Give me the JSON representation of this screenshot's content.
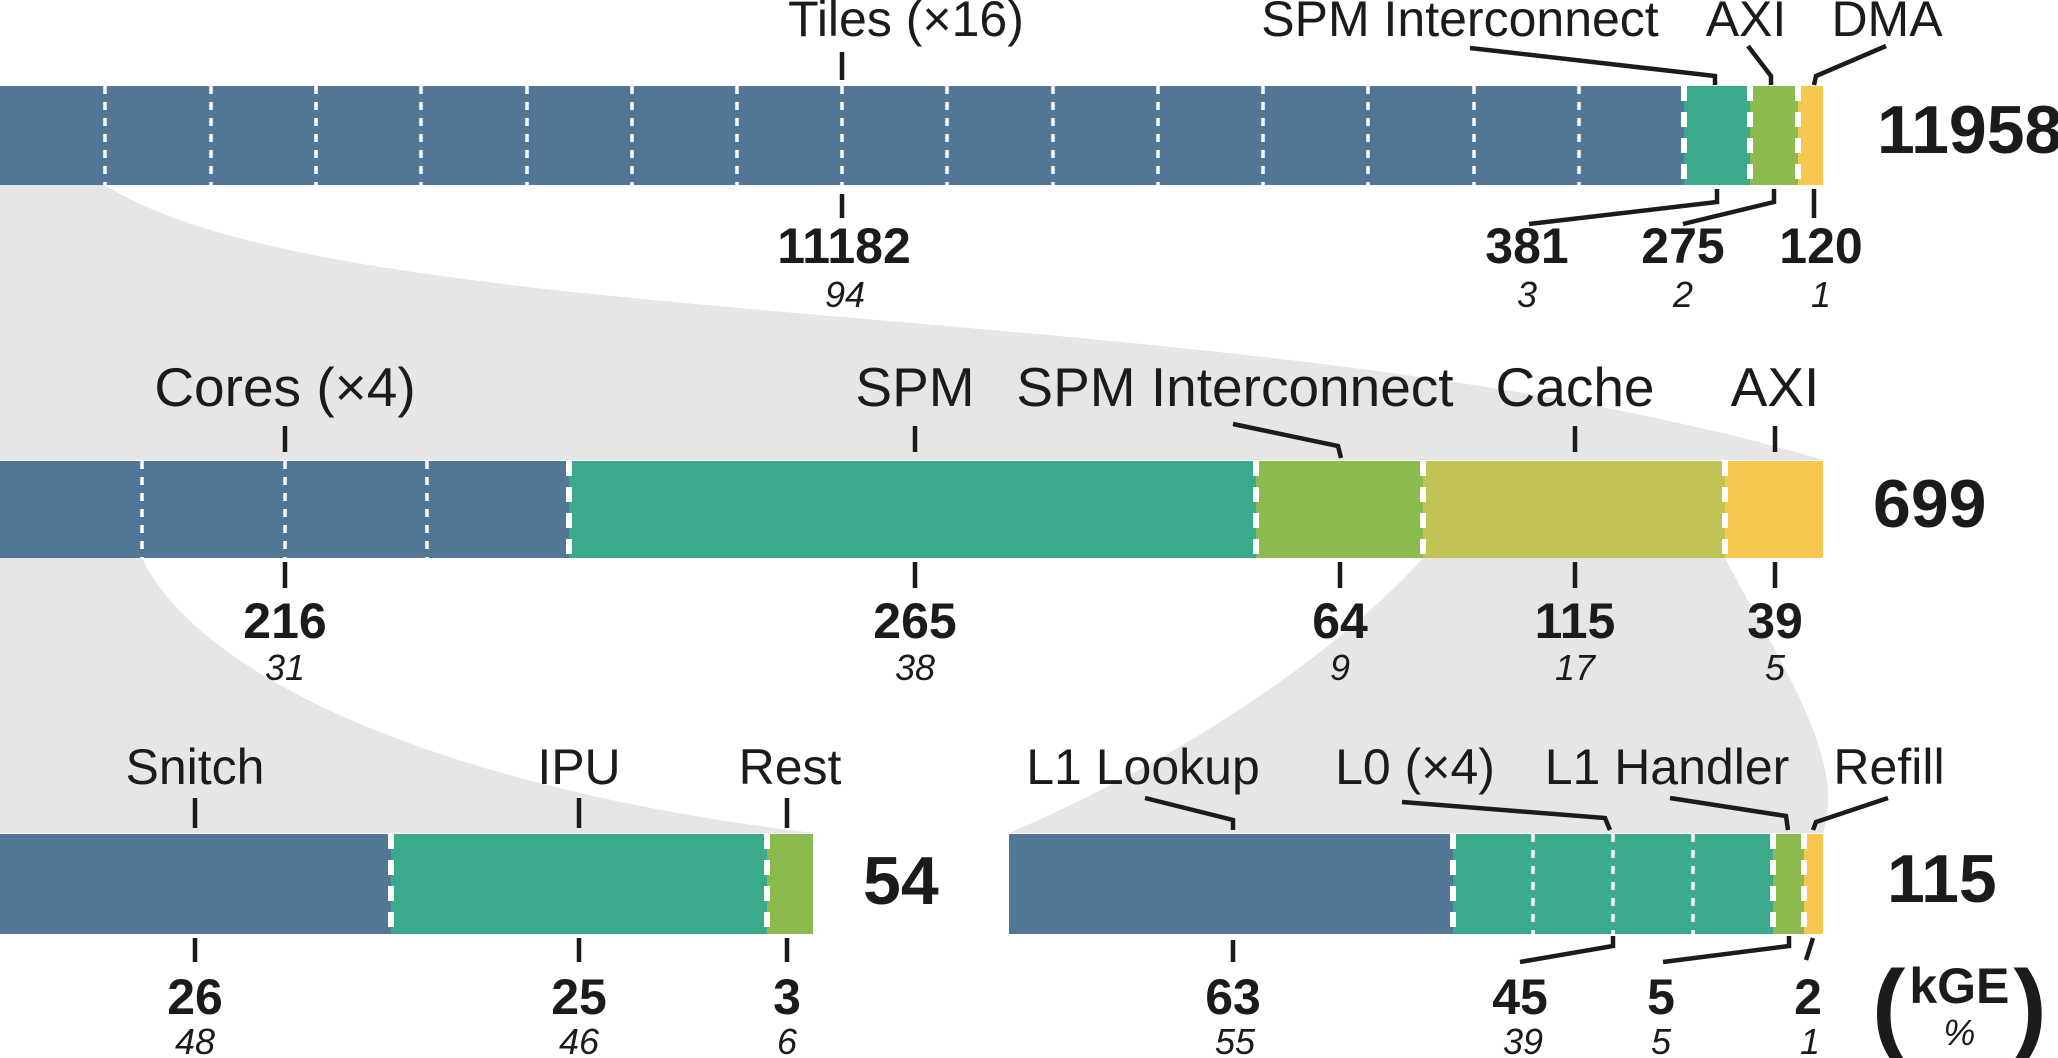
{
  "colors": {
    "blue": "#527696",
    "teal": "#3BAA8C",
    "olive": "#8BBB4F",
    "cache_olive": "#C2C355",
    "yellow": "#F8C74D",
    "flow_gray": "#E6E6E7",
    "text": "#1B1B1B",
    "separator": "#FFFFFF"
  },
  "legend": {
    "open_paren": "(",
    "unit_label": "kGE",
    "pct_label": "%",
    "close_paren": ")"
  },
  "chart_data": {
    "type": "bar",
    "subtype": "hierarchical-breakdown-flow",
    "unit": "kGE",
    "note": "Area breakdown in kGE; bold = kGE value, italic = percent of its bar",
    "levels": [
      {
        "name": "total",
        "total": 11958,
        "segments": [
          {
            "label": "Tiles (×16)",
            "value": 11182,
            "pct": 94,
            "color": "#527696",
            "repeat": 16
          },
          {
            "label": "SPM Interconnect",
            "value": 381,
            "pct": 3,
            "color": "#3BAA8C"
          },
          {
            "label": "AXI",
            "value": 275,
            "pct": 2,
            "color": "#8BBB4F"
          },
          {
            "label": "DMA",
            "value": 120,
            "pct": 1,
            "color": "#F8C74D"
          }
        ]
      },
      {
        "name": "tile",
        "total": 699,
        "segments": [
          {
            "label": "Cores (×4)",
            "value": 216,
            "pct": 31,
            "color": "#527696",
            "repeat": 4
          },
          {
            "label": "SPM",
            "value": 265,
            "pct": 38,
            "color": "#3BAA8C"
          },
          {
            "label": "SPM Interconnect",
            "value": 64,
            "pct": 9,
            "color": "#8BBB4F"
          },
          {
            "label": "Cache",
            "value": 115,
            "pct": 17,
            "color": "#C2C355"
          },
          {
            "label": "AXI",
            "value": 39,
            "pct": 5,
            "color": "#F8C74D"
          }
        ]
      },
      {
        "name": "core",
        "total": 54,
        "segments": [
          {
            "label": "Snitch",
            "value": 26,
            "pct": 48,
            "color": "#527696"
          },
          {
            "label": "IPU",
            "value": 25,
            "pct": 46,
            "color": "#3BAA8C"
          },
          {
            "label": "Rest",
            "value": 3,
            "pct": 6,
            "color": "#8BBB4F"
          }
        ]
      },
      {
        "name": "cache",
        "total": 115,
        "segments": [
          {
            "label": "L1 Lookup",
            "value": 63,
            "pct": 55,
            "color": "#527696"
          },
          {
            "label": "L0 (×4)",
            "value": 45,
            "pct": 39,
            "color": "#3BAA8C",
            "repeat": 4
          },
          {
            "label": "L1 Handler",
            "value": 5,
            "pct": 5,
            "color": "#8BBB4F"
          },
          {
            "label": "Refill",
            "value": 2,
            "pct": 1,
            "color": "#F8C74D"
          }
        ]
      }
    ],
    "flows": [
      {
        "from": "total / one Tile",
        "to": "tile bar (699)"
      },
      {
        "from": "tile / one Core",
        "to": "core bar (54)"
      },
      {
        "from": "tile / Cache",
        "to": "cache bar (115)"
      }
    ]
  }
}
